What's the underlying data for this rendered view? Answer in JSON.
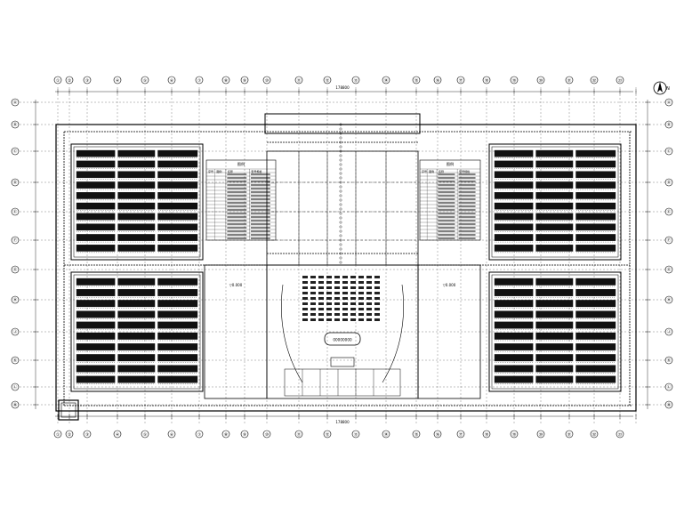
{
  "drawing": {
    "top_total_dimension": "178800",
    "bottom_total_dimension": "178800",
    "north_label": "N",
    "center_display_label": "00000000",
    "left_court_label": "▽0.000",
    "right_court_label": "▽0.000",
    "line_color": "#000000",
    "background_color": "#ffffff",
    "grid_bubbles_top": [
      "①",
      "②",
      "③",
      "④",
      "⑤",
      "⑥",
      "⑦",
      "⑧",
      "⑨",
      "⑩",
      "⑪",
      "⑫",
      "⑬",
      "⑭",
      "⑮",
      "⑯",
      "⑰",
      "⑱",
      "⑲",
      "⑳",
      "㉑",
      "㉒",
      "㉓"
    ],
    "grid_bubbles_side": [
      "Ⓐ",
      "Ⓑ",
      "Ⓒ",
      "Ⓓ",
      "Ⓔ",
      "Ⓕ",
      "Ⓖ",
      "Ⓗ",
      "Ⓙ",
      "Ⓚ",
      "Ⓛ",
      "Ⓜ",
      "Ⓝ",
      "Ⓟ"
    ]
  },
  "legend_left": {
    "title": "图例",
    "header": [
      "序号",
      "图例",
      "名称",
      "型号规格"
    ]
  },
  "legend_right": {
    "title": "图例",
    "header": [
      "序号",
      "图例",
      "名称",
      "型号规格"
    ]
  }
}
